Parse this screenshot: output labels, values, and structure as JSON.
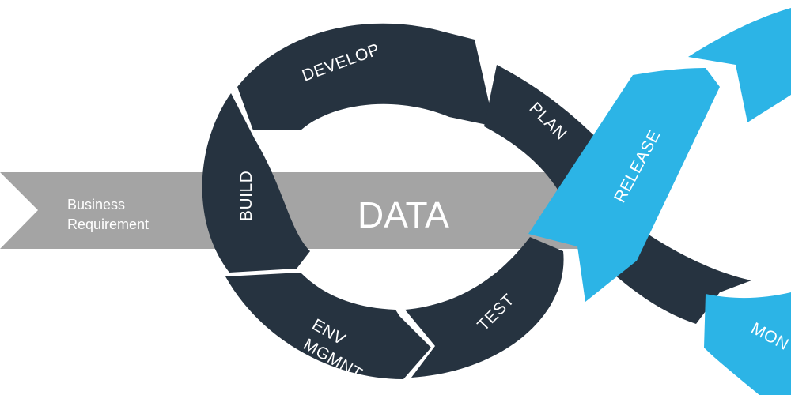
{
  "diagram": {
    "input_label_line1": "Business",
    "input_label_line2": "Requirement",
    "center_label": "DATA",
    "segments": {
      "develop": "DEVELOP",
      "build": "BUILD",
      "env_line1": "ENV",
      "env_line2": "MGMNT",
      "test": "TEST",
      "plan": "PLAN",
      "release": "RELEASE",
      "monitor_partial": "MON"
    },
    "colors": {
      "band_gray": "#a4a4a4",
      "dark_loop": "#263340",
      "blue_loop": "#2cb4e6",
      "text": "#ffffff"
    }
  }
}
